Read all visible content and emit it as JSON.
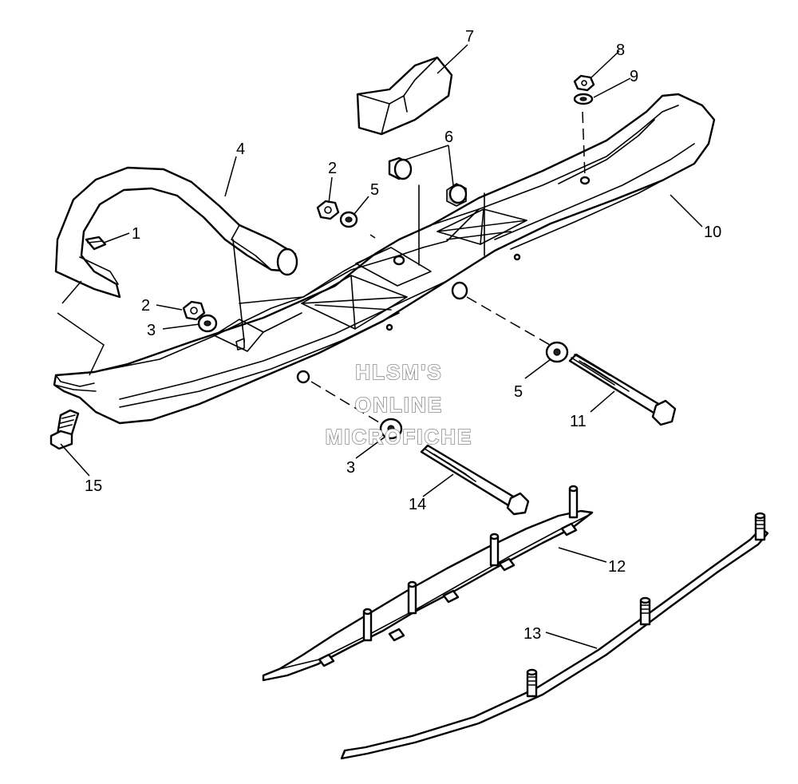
{
  "watermark": {
    "line1": "HLSM'S",
    "line2": "ONLINE",
    "line3": "MICROFICHE"
  },
  "callouts": {
    "c1": "1",
    "c2a": "2",
    "c2b": "2",
    "c3a": "3",
    "c3b": "3",
    "c4": "4",
    "c5a": "5",
    "c5b": "5",
    "c6": "6",
    "c7": "7",
    "c8": "8",
    "c9": "9",
    "c10": "10",
    "c11": "11",
    "c12": "12",
    "c13": "13",
    "c14": "14",
    "c15": "15"
  }
}
